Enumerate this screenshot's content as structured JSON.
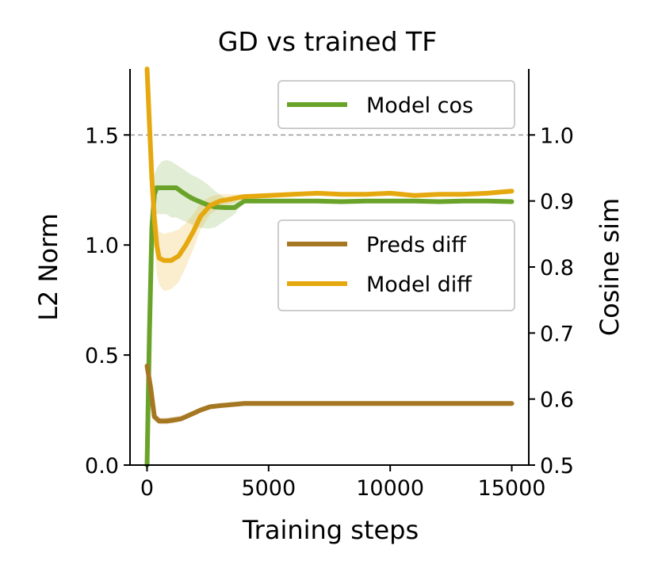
{
  "chart_data": {
    "type": "line",
    "title": "GD vs trained TF",
    "xlabel": "Training steps",
    "ylabel_left": "L2 Norm",
    "ylabel_right": "Cosine sim",
    "xlim": [
      -700,
      15700
    ],
    "ylim_left": [
      0,
      1.8
    ],
    "ylim_right": [
      0.5,
      1.1
    ],
    "xticks": [
      0,
      5000,
      10000,
      15000
    ],
    "xtick_labels": [
      "0",
      "5000",
      "10000",
      "15000"
    ],
    "yticks_left": [
      0.0,
      0.5,
      1.0,
      1.5
    ],
    "ytick_labels_left": [
      "0.0",
      "0.5",
      "1.0",
      "1.5"
    ],
    "yticks_right": [
      0.5,
      0.6,
      0.7,
      0.8,
      0.9,
      1.0
    ],
    "ytick_labels_right": [
      "0.5",
      "0.6",
      "0.7",
      "0.8",
      "0.9",
      "1.0"
    ],
    "reference_line": {
      "axis": "right",
      "y": 1.0,
      "style": "dashed",
      "color": "#999999"
    },
    "legends": [
      {
        "placement": "top-right",
        "entries": [
          "Model cos"
        ]
      },
      {
        "placement": "center-right",
        "entries": [
          "Preds diff",
          "Model diff"
        ]
      }
    ],
    "series": [
      {
        "name": "Model cos",
        "axis": "right",
        "color": "#6aa329",
        "x": [
          0,
          100,
          200,
          300,
          400,
          600,
          800,
          1000,
          1200,
          1500,
          1800,
          2100,
          2500,
          2800,
          3200,
          3600,
          4000,
          4500,
          5000,
          6000,
          7000,
          8000,
          9000,
          10000,
          11000,
          12000,
          13000,
          14000,
          15000
        ],
        "y": [
          0.5,
          0.7,
          0.86,
          0.91,
          0.92,
          0.92,
          0.92,
          0.92,
          0.92,
          0.912,
          0.905,
          0.9,
          0.894,
          0.891,
          0.89,
          0.89,
          0.9,
          0.9,
          0.9,
          0.9,
          0.9,
          0.899,
          0.9,
          0.9,
          0.9,
          0.899,
          0.9,
          0.9,
          0.899
        ],
        "band_lower": [
          0.5,
          0.66,
          0.84,
          0.88,
          0.88,
          0.88,
          0.88,
          0.875,
          0.875,
          0.87,
          0.865,
          0.86,
          0.858,
          0.86,
          0.87,
          0.88,
          0.9,
          0.9,
          0.9,
          0.9,
          0.9,
          0.899,
          0.9,
          0.9,
          0.9,
          0.899,
          0.9,
          0.9,
          0.899
        ],
        "band_upper": [
          0.5,
          0.74,
          0.9,
          0.94,
          0.95,
          0.96,
          0.962,
          0.96,
          0.955,
          0.948,
          0.94,
          0.935,
          0.925,
          0.915,
          0.905,
          0.9,
          0.9,
          0.9,
          0.9,
          0.9,
          0.9,
          0.899,
          0.9,
          0.9,
          0.9,
          0.899,
          0.9,
          0.9,
          0.899
        ]
      },
      {
        "name": "Preds diff",
        "axis": "left",
        "color": "#a67722",
        "x": [
          0,
          150,
          300,
          500,
          800,
          1100,
          1400,
          1800,
          2200,
          2600,
          3000,
          3500,
          4000,
          5000,
          6000,
          7000,
          8000,
          9000,
          10000,
          11000,
          12000,
          13000,
          14000,
          15000
        ],
        "y": [
          0.45,
          0.35,
          0.22,
          0.2,
          0.2,
          0.205,
          0.21,
          0.23,
          0.25,
          0.265,
          0.27,
          0.275,
          0.28,
          0.28,
          0.28,
          0.28,
          0.28,
          0.28,
          0.28,
          0.28,
          0.28,
          0.28,
          0.28,
          0.28
        ],
        "band_lower": [
          0.45,
          0.34,
          0.2,
          0.185,
          0.185,
          0.19,
          0.2,
          0.22,
          0.245,
          0.262,
          0.268,
          0.274,
          0.28,
          0.28,
          0.28,
          0.28,
          0.28,
          0.28,
          0.28,
          0.28,
          0.28,
          0.28,
          0.28,
          0.28
        ],
        "band_upper": [
          0.45,
          0.36,
          0.24,
          0.215,
          0.215,
          0.22,
          0.225,
          0.24,
          0.255,
          0.268,
          0.272,
          0.276,
          0.28,
          0.28,
          0.28,
          0.28,
          0.28,
          0.28,
          0.28,
          0.28,
          0.28,
          0.28,
          0.28,
          0.28
        ]
      },
      {
        "name": "Model diff",
        "axis": "left",
        "color": "#e6a80f",
        "x": [
          0,
          100,
          200,
          300,
          400,
          500,
          700,
          1000,
          1300,
          1600,
          1900,
          2200,
          2600,
          3000,
          3500,
          4000,
          5000,
          6000,
          7000,
          8000,
          9000,
          10000,
          11000,
          12000,
          13000,
          14000,
          15000
        ],
        "y": [
          1.8,
          1.55,
          1.3,
          1.12,
          1.0,
          0.94,
          0.93,
          0.93,
          0.95,
          1.0,
          1.06,
          1.13,
          1.18,
          1.2,
          1.21,
          1.22,
          1.225,
          1.23,
          1.235,
          1.23,
          1.23,
          1.235,
          1.225,
          1.23,
          1.23,
          1.235,
          1.245
        ],
        "band_lower": [
          1.8,
          1.5,
          1.22,
          1.0,
          0.87,
          0.82,
          0.79,
          0.8,
          0.83,
          0.9,
          0.98,
          1.07,
          1.14,
          1.17,
          1.19,
          1.21,
          1.22,
          1.225,
          1.23,
          1.225,
          1.225,
          1.23,
          1.22,
          1.225,
          1.225,
          1.23,
          1.24
        ],
        "band_upper": [
          1.8,
          1.6,
          1.38,
          1.24,
          1.13,
          1.06,
          1.05,
          1.06,
          1.07,
          1.1,
          1.14,
          1.19,
          1.22,
          1.23,
          1.23,
          1.23,
          1.23,
          1.235,
          1.24,
          1.235,
          1.235,
          1.24,
          1.23,
          1.235,
          1.235,
          1.24,
          1.25
        ]
      }
    ]
  }
}
